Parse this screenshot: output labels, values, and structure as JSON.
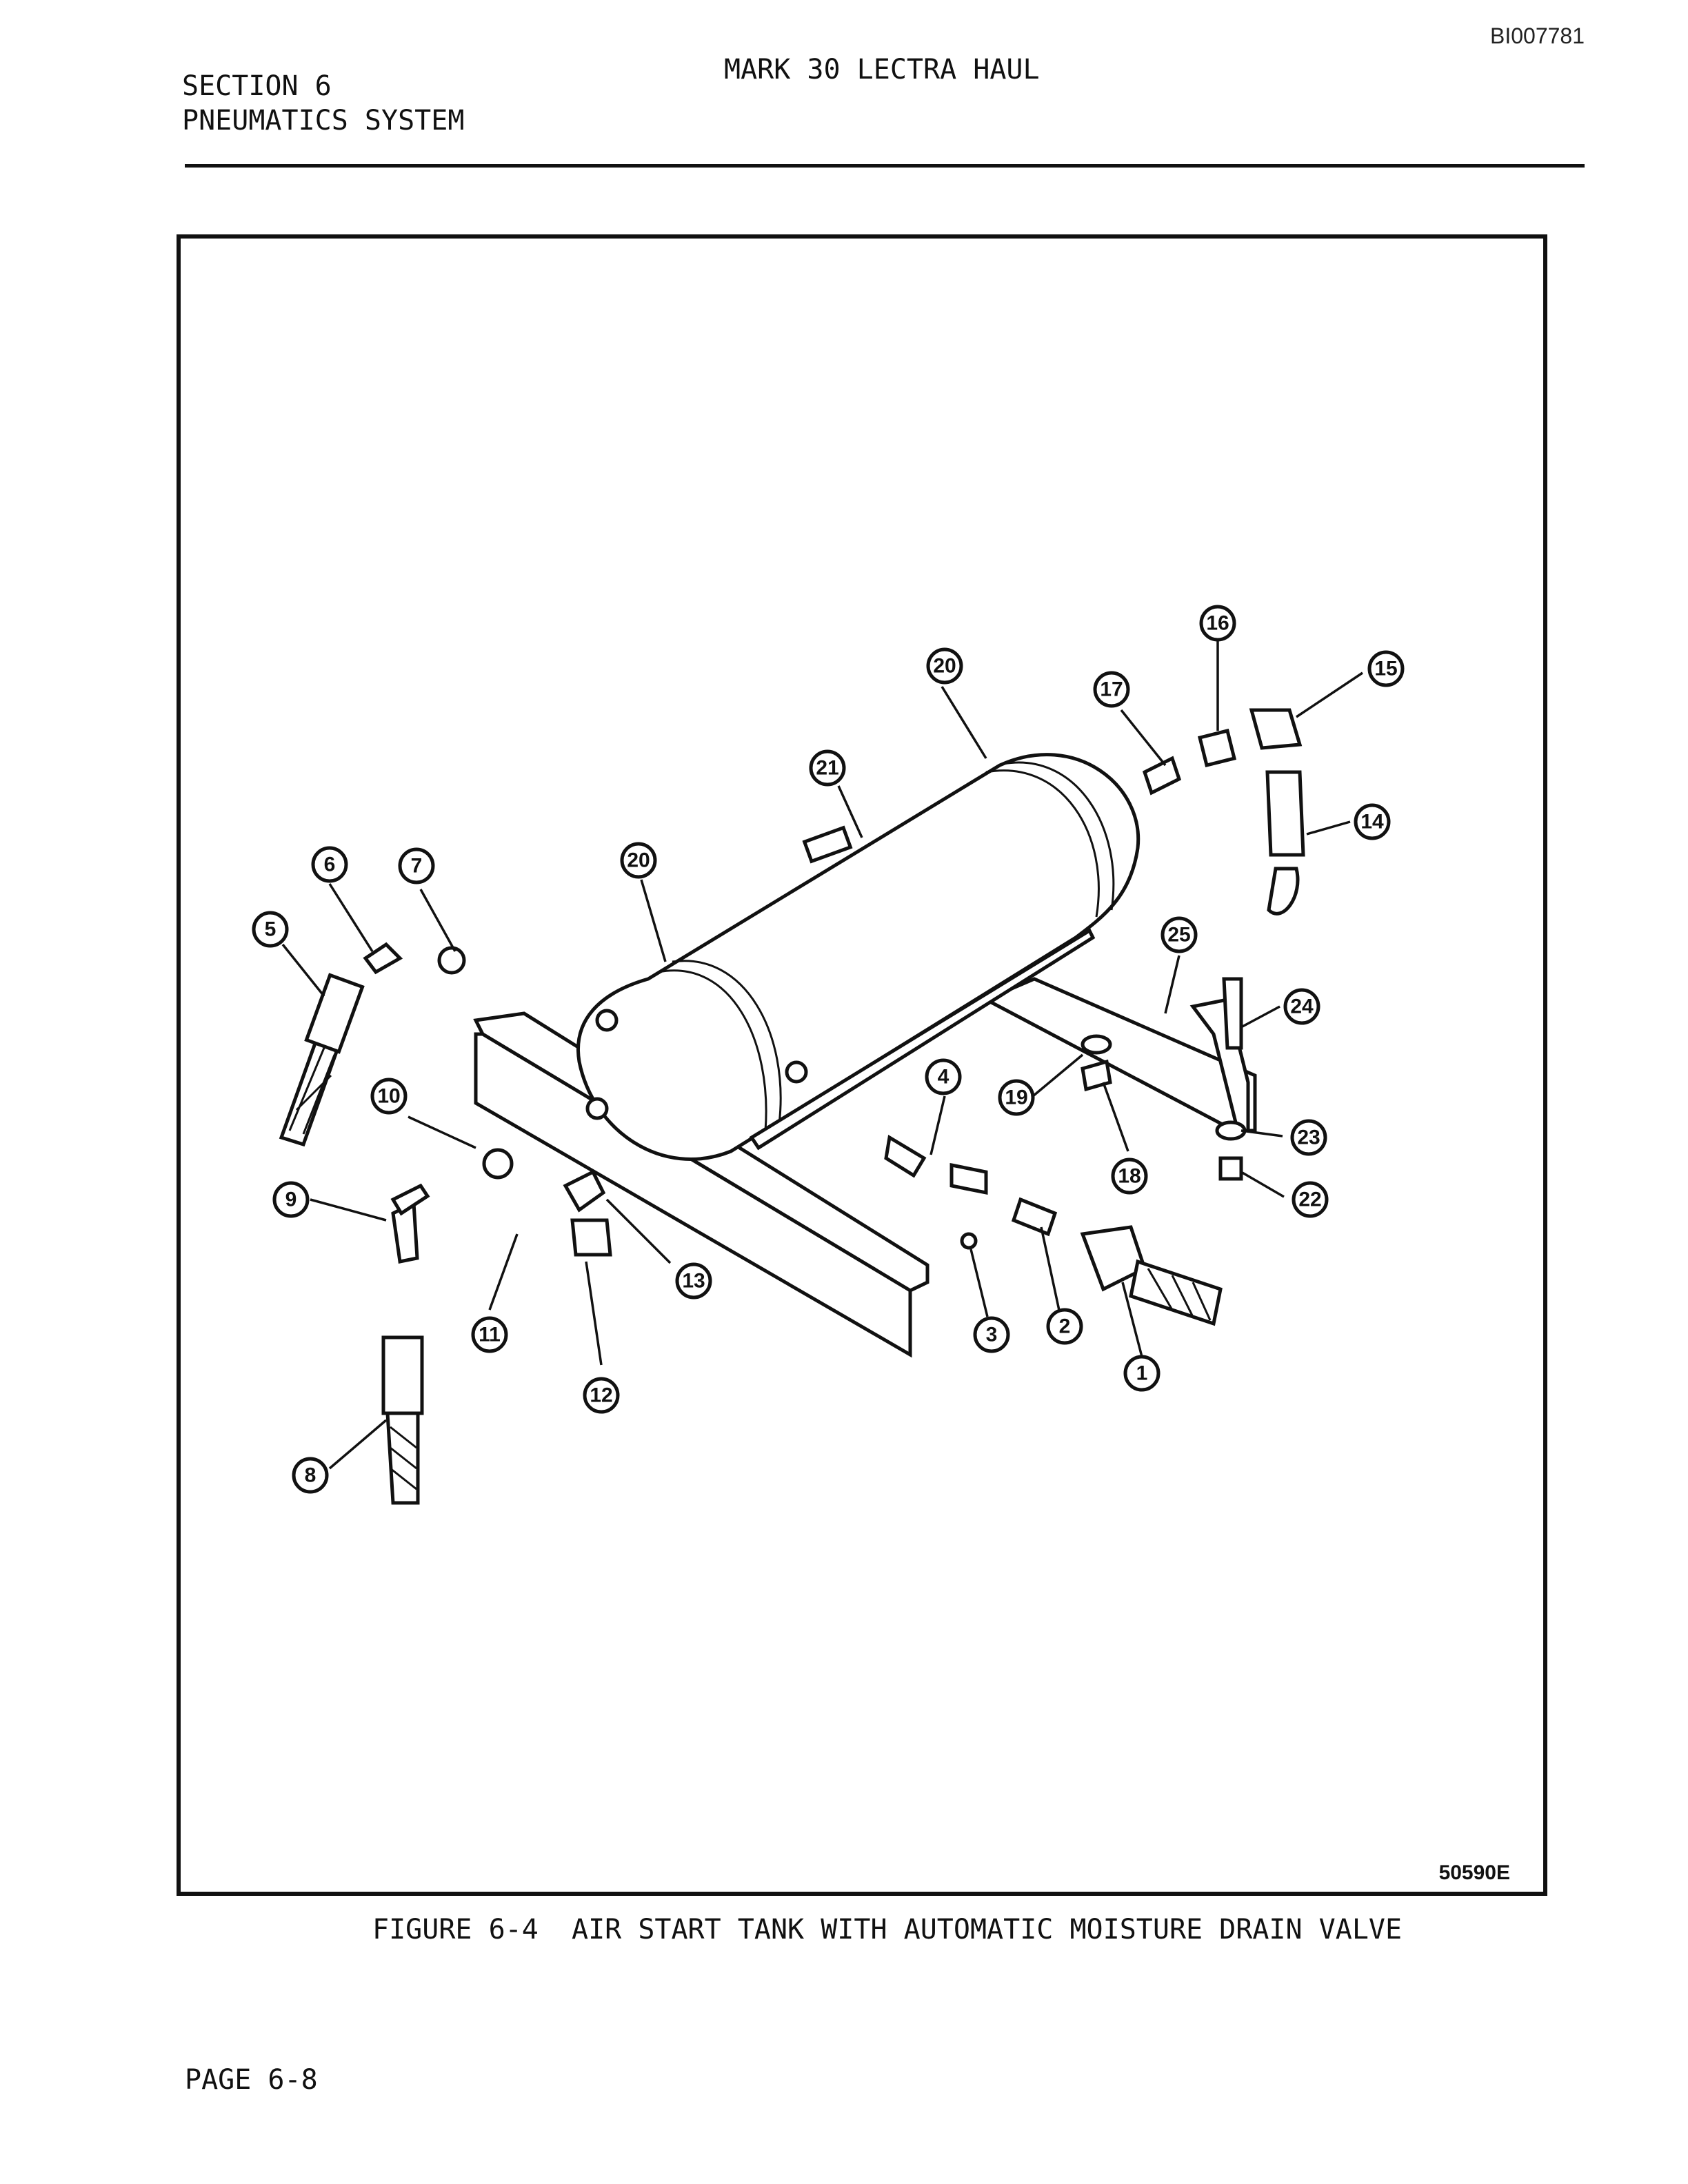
{
  "header": {
    "doc_id": "BI007781",
    "section": "SECTION 6",
    "section_name": "PNEUMATICS SYSTEM",
    "title": "MARK 30 LECTRA HAUL"
  },
  "figure": {
    "drawing_number": "50590E",
    "caption": "FIGURE 6-4  AIR START TANK WITH AUTOMATIC MOISTURE DRAIN VALVE",
    "callouts": [
      "1",
      "2",
      "3",
      "4",
      "5",
      "6",
      "7",
      "8",
      "9",
      "10",
      "11",
      "12",
      "13",
      "14",
      "15",
      "16",
      "17",
      "18",
      "19",
      "20",
      "20",
      "21",
      "22",
      "23",
      "24",
      "25"
    ]
  },
  "footer": {
    "page": "PAGE 6-8"
  }
}
